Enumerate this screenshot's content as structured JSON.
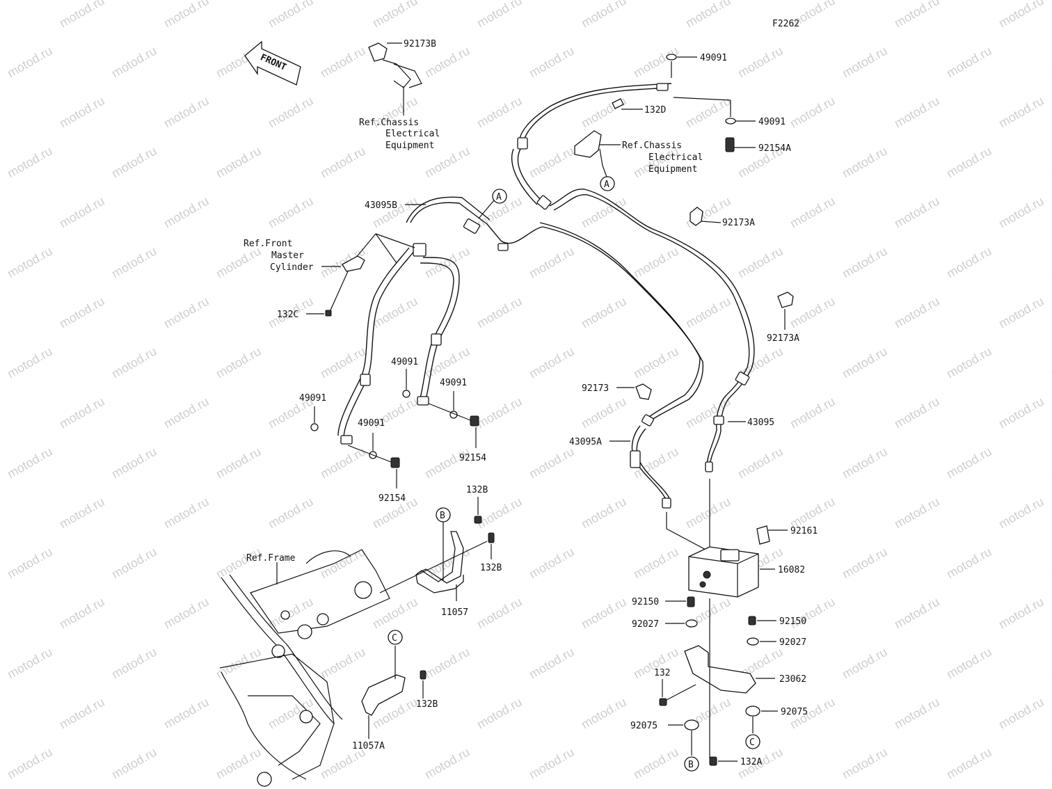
{
  "diagram_code": "F2262",
  "watermark": "motod.ru",
  "front_arrow": "FRONT",
  "references": {
    "chassis_electrical_1": [
      "Ref.Chassis",
      "Electrical",
      "Equipment"
    ],
    "chassis_electrical_2": [
      "Ref.Chassis",
      "Electrical",
      "Equipment"
    ],
    "front_master_cylinder": [
      "Ref.Front",
      "Master",
      "Cylinder"
    ],
    "frame": "Ref.Frame"
  },
  "callouts": {
    "a": "A",
    "b": "B",
    "c": "C"
  },
  "part_labels": {
    "p92173B": "92173B",
    "p49091_top": "49091",
    "p132D": "132D",
    "p49091_top2": "49091",
    "p92154A": "92154A",
    "p43095B": "43095B",
    "p92173A_1": "92173A",
    "p92173A_2": "92173A",
    "p132C": "132C",
    "p49091_l1": "49091",
    "p49091_l2": "49091",
    "p49091_l3": "49091",
    "p49091_l4": "49091",
    "p92154_1": "92154",
    "p92154_2": "92154",
    "p92173": "92173",
    "p43095": "43095",
    "p43095A": "43095A",
    "p132B_1": "132B",
    "p132B_2": "132B",
    "p132B_3": "132B",
    "p92161": "92161",
    "p16082": "16082",
    "p11057": "11057",
    "p11057A": "11057A",
    "p92150_1": "92150",
    "p92150_2": "92150",
    "p92027_1": "92027",
    "p92027_2": "92027",
    "p132": "132",
    "p23062": "23062",
    "p92075_1": "92075",
    "p92075_2": "92075",
    "p132A": "132A"
  }
}
